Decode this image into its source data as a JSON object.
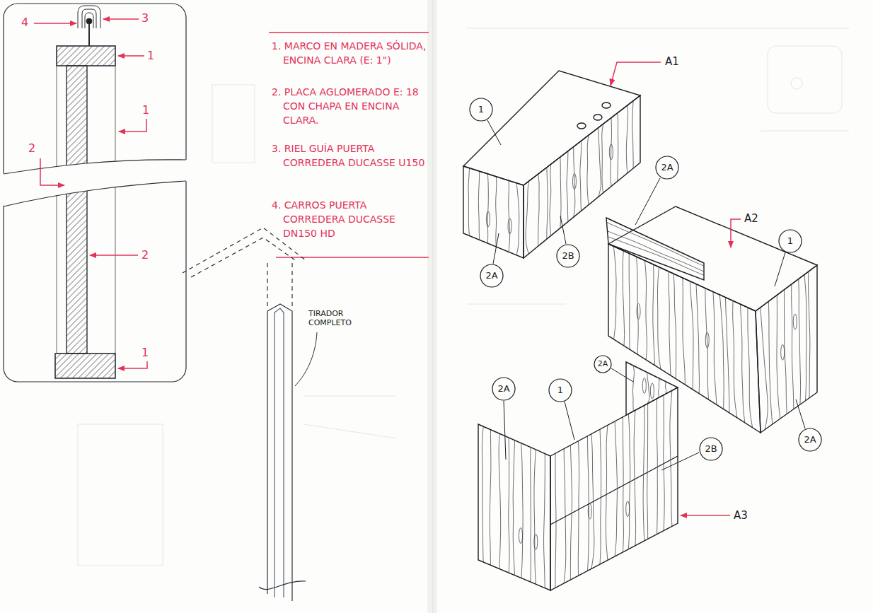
{
  "diagram": {
    "nodes": [
      {
        "text": [
          "1"
        ]
      },
      {
        "text": [
          "2A"
        ]
      },
      {
        "text": [
          "1"
        ]
      },
      {
        "text": [
          "2B"
        ]
      },
      {
        "text": [
          "2A"
        ]
      },
      {
        "text": [
          "2A"
        ]
      },
      {
        "text": [
          "2A"
        ]
      },
      {
        "text": [
          "1"
        ]
      },
      {
        "text": [
          "2A"
        ]
      },
      {
        "text": [
          "2B"
        ]
      }
    ],
    "labels": [
      "4",
      "3",
      "1",
      "1",
      "2",
      "2",
      "1",
      "1. MARCO EN MADERA SÓLIDA, ENCINA CLARA (E: 1\")",
      "2. PLACA AGLOMERADO E: 18 CON CHAPA EN ENCINA CLARA.",
      "3. RIEL GUÍA PUERTA CORREDERA DUCASSE U150",
      "4. CARROS PUERTA CORREDERA DUCASSE DN150 HD",
      "TIRADOR COMPLETO",
      "A1",
      "A2",
      "A3"
    ]
  }
}
